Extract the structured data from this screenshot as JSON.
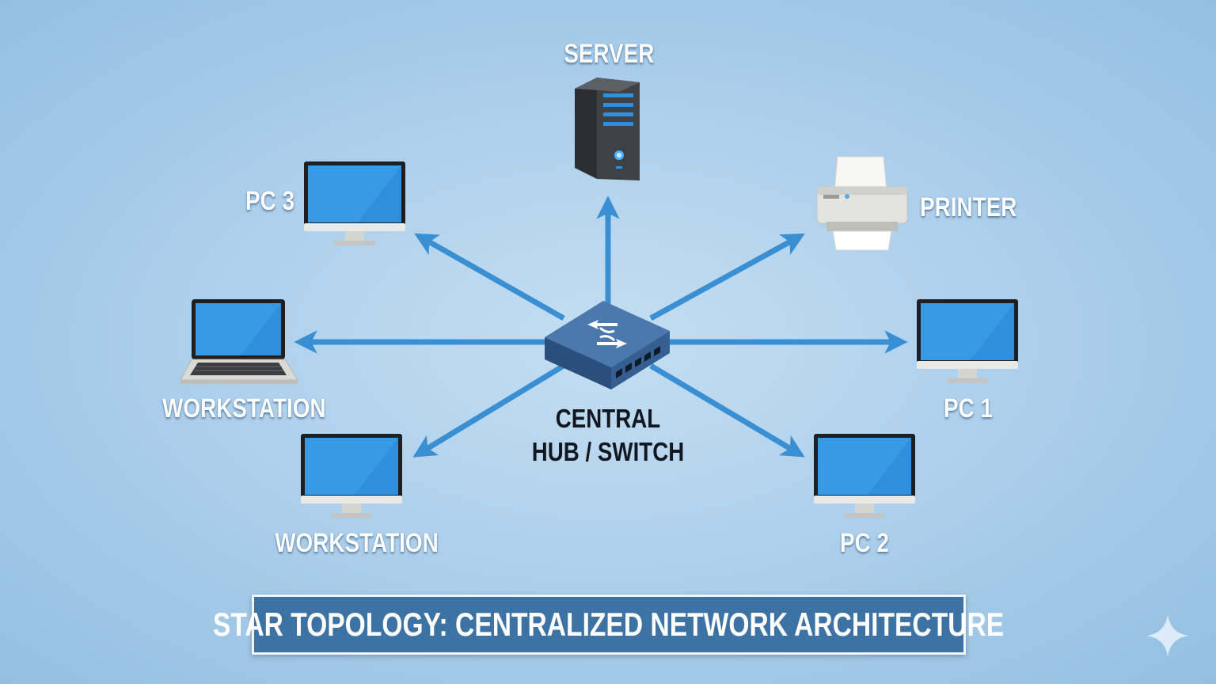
{
  "hub": {
    "label_line1": "CENTRAL",
    "label_line2": "HUB / SWITCH"
  },
  "nodes": {
    "server": "SERVER",
    "printer": "PRINTER",
    "pc1": "PC 1",
    "pc2": "PC 2",
    "pc3": "PC 3",
    "workstation_left": "WORKSTATION",
    "workstation_bottom": "WORKSTATION"
  },
  "banner": {
    "title": "STAR TOPOLOGY: CENTRALIZED NETWORK ARCHITECTURE"
  },
  "colors": {
    "background": "#a9cdea",
    "link": "#3a8fd3",
    "banner": "#3d72a4",
    "screen": "#2f8fdc",
    "hub": "#2f5b8c"
  },
  "icons": [
    "server-tower-icon",
    "printer-icon",
    "monitor-icon",
    "laptop-icon",
    "network-switch-icon",
    "sparkle-icon"
  ]
}
